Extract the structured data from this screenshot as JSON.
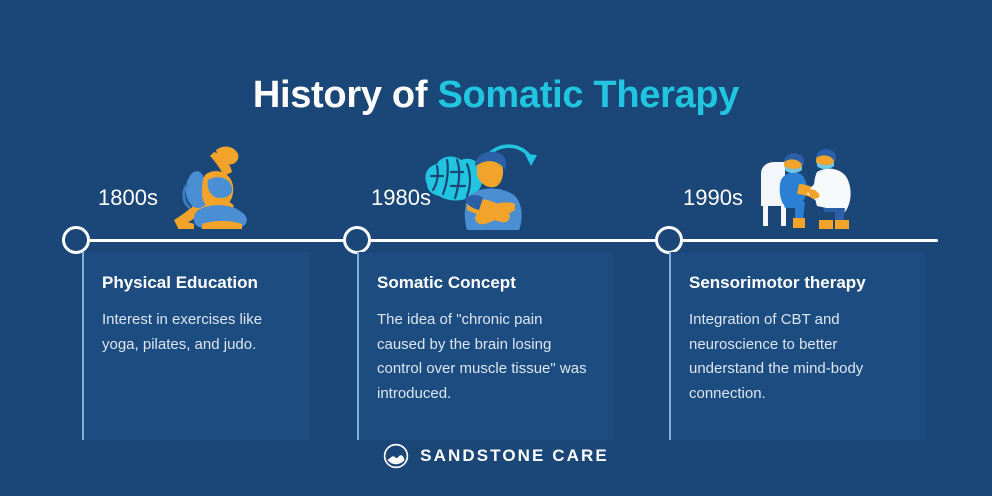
{
  "theme": {
    "background": "#1a4777",
    "card_background": "#1d4c80",
    "accent_cyan": "#22c5e0",
    "accent_border": "#7fb0d8",
    "text_primary": "#ffffff",
    "text_body": "#dbe6f1",
    "illustration_orange": "#f2a42a",
    "illustration_blue": "#4a8fd4"
  },
  "header": {
    "title_plain": "History of ",
    "title_accent": "Somatic Therapy"
  },
  "timeline": {
    "entries": [
      {
        "year": "1800s",
        "title": "Physical Education",
        "body": "Interest in exercises like yoga, pilates, and judo.",
        "illustration": "yoga-pose-illustration"
      },
      {
        "year": "1980s",
        "title": "Somatic Concept",
        "body": "The idea of \"chronic pain caused by the brain losing control over muscle tissue\" was introduced.",
        "illustration": "brain-body-connection-illustration"
      },
      {
        "year": "1990s",
        "title": "Sensorimotor therapy",
        "body": "Integration of CBT and neuroscience to better understand the mind-body connection.",
        "illustration": "therapy-session-illustration"
      }
    ]
  },
  "footer": {
    "brand": "SANDSTONE CARE",
    "logo_icon": "sandstone-care-logo-icon"
  }
}
